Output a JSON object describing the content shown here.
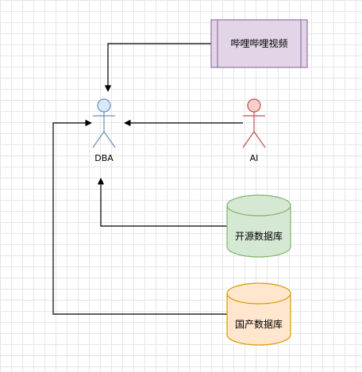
{
  "nodes": {
    "bilibili": {
      "label": "哔哩哔哩视频",
      "fill": "#e1d5e7",
      "stroke": "#9673a6"
    },
    "dba": {
      "label": "DBA",
      "fill": "#dae8fc",
      "stroke": "#6c8ebf"
    },
    "ai": {
      "label": "AI",
      "fill": "#f8cecc",
      "stroke": "#b85450"
    },
    "open_db": {
      "label": "开源数据库",
      "fill": "#d5e8d4",
      "stroke": "#82b366"
    },
    "cn_db": {
      "label": "国产数据库",
      "fill": "#ffe6cc",
      "stroke": "#d79b00"
    }
  },
  "edges": [
    {
      "from": "bilibili",
      "to": "dba"
    },
    {
      "from": "ai",
      "to": "dba"
    },
    {
      "from": "open_db",
      "to": "dba"
    },
    {
      "from": "cn_db",
      "to": "dba"
    }
  ]
}
